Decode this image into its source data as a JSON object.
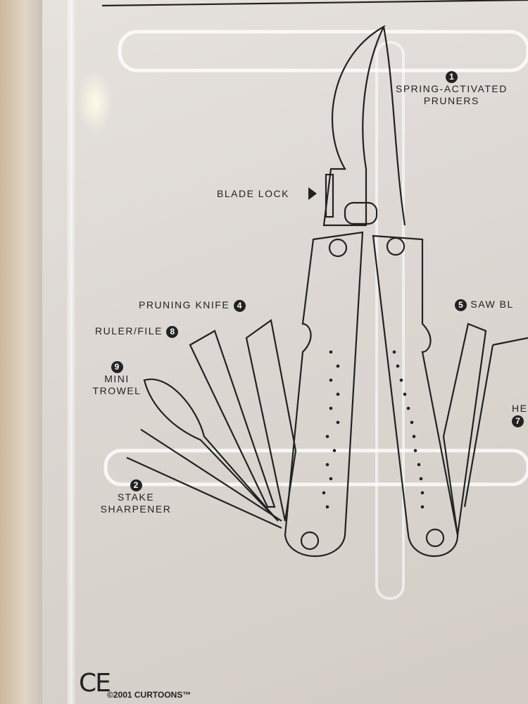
{
  "labels": {
    "pruners": {
      "number": "1",
      "line1": "SPRING-ACTIVATED",
      "line2": "PRUNERS"
    },
    "blade_lock": "BLADE LOCK",
    "pruning_knife": {
      "number": "4",
      "text": "PRUNING KNIFE"
    },
    "ruler_file": {
      "number": "8",
      "text": "RULER/FILE"
    },
    "mini_trowel": {
      "number": "9",
      "line1": "MINI",
      "line2": "TROWEL"
    },
    "stake_sharpener": {
      "number": "2",
      "line1": "STAKE",
      "line2": "SHARPENER"
    },
    "saw_blade": {
      "number": "5",
      "text": "SAW BL"
    },
    "hedge": {
      "number": "7",
      "text": "HE"
    }
  },
  "footer": {
    "ce_mark": "CE",
    "copyright": "©2001 CURTOONS™"
  },
  "colors": {
    "ink": "#222222",
    "card": "#e2ddd8"
  }
}
